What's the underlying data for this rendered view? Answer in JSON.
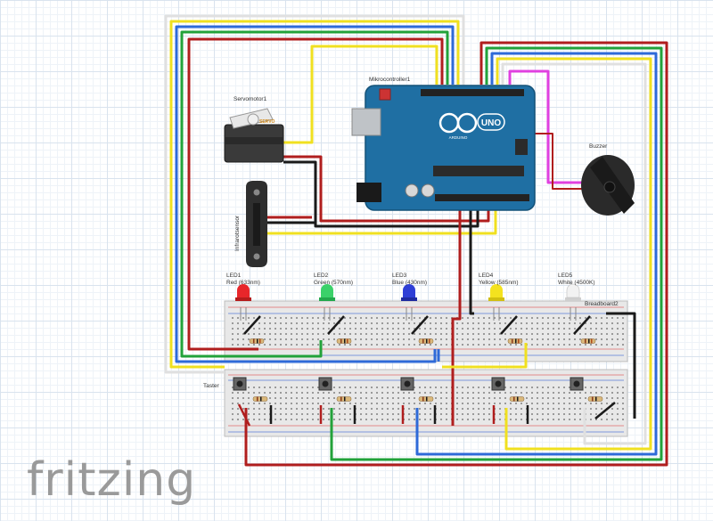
{
  "components": {
    "servo": {
      "label": "Servomotor1",
      "brand": "SERVO"
    },
    "ir": {
      "label": "Infrarotsensor"
    },
    "mcu": {
      "label": "Mikrocontroller1",
      "board": "UNO",
      "tag": "ARDUINO"
    },
    "buzzer": {
      "label": "Buzzer"
    },
    "breadboard": {
      "label": "Breadboard2"
    },
    "taster": {
      "label": "Taster"
    },
    "leds": [
      {
        "name": "LED1",
        "desc": "Red (633nm)",
        "color": "#e8262a"
      },
      {
        "name": "LED2",
        "desc": "Green (570nm)",
        "color": "#3bd16a"
      },
      {
        "name": "LED3",
        "desc": "Blue (430nm)",
        "color": "#2f3fd6"
      },
      {
        "name": "LED4",
        "desc": "Yellow (585nm)",
        "color": "#f4e21f"
      },
      {
        "name": "LED5",
        "desc": "White (4500K)",
        "color": "#f2f2f2"
      }
    ]
  },
  "logo": "fritzing",
  "colors": {
    "wire_red": "#b01e1e",
    "wire_yellow": "#f0e020",
    "wire_green": "#22a23a",
    "wire_blue": "#2e6ad8",
    "wire_black": "#1a1a1a",
    "wire_white": "#e0e0e0",
    "wire_magenta": "#e040e0",
    "arduino_blue": "#1f6fa3",
    "breadboard": "#e9e9e9"
  }
}
